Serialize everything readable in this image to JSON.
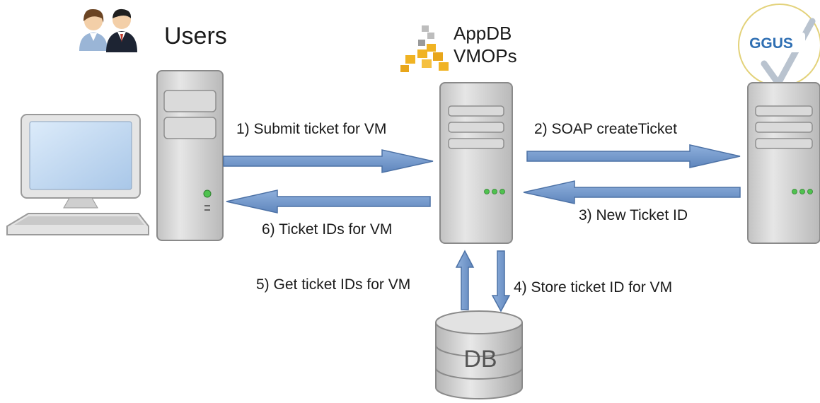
{
  "title": "",
  "users": {
    "label": "Users"
  },
  "appdb": {
    "line1": "AppDB",
    "line2": "VMOPs"
  },
  "ggus": {
    "logo_text": "GGUS"
  },
  "db": {
    "label": "DB"
  },
  "arrows": [
    {
      "id": "submit",
      "label": "1) Submit ticket for VM"
    },
    {
      "id": "soap",
      "label": "2) SOAP createTicket"
    },
    {
      "id": "new-id",
      "label": "3) New Ticket ID"
    },
    {
      "id": "store",
      "label": "4) Store ticket ID for VM"
    },
    {
      "id": "get",
      "label": "5) Get ticket IDs for VM"
    },
    {
      "id": "ids",
      "label": "6) Ticket IDs for VM"
    }
  ],
  "colors": {
    "arrow": "#6f93c4",
    "arrow_edge": "#4d72a6",
    "server_body": "#d4d4d4",
    "led": "#4fc24f",
    "appdb_orange": "#f0b323",
    "ggus_blue": "#2f6fb3"
  }
}
